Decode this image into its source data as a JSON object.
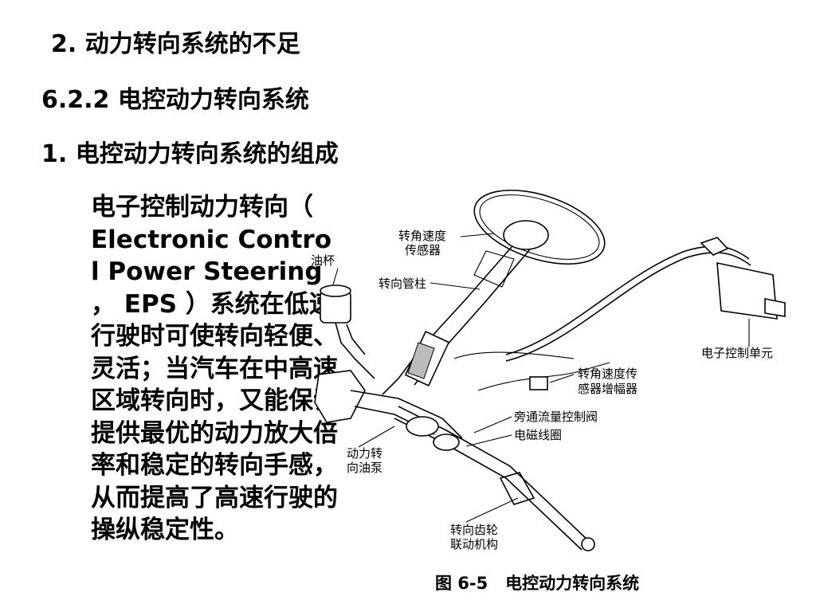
{
  "headings": {
    "h2": "2. 动力转向系统的不足",
    "h3": "6.2.2 电控动力转向系统",
    "h4": "1. 电控动力转向系统的组成"
  },
  "body": {
    "paragraph": "电子控制动力转向（ Electronic Control Power Steering ， EPS ）系统在低速行驶时可使转向轻便、灵活；当汽车在中高速区域转向时，又能保证提供最优的动力放大倍率和稳定的转向手感，从而提高了高速行驶的操纵稳定性。"
  },
  "figure": {
    "labels": {
      "steering_angle_speed_sensor": [
        "转角速度",
        "传感器"
      ],
      "oil_cup": "油杯",
      "steering_column": "转向管柱",
      "ecu": "电子控制单元",
      "sensor_amplifier": [
        "转角速度传",
        "感器增幅器"
      ],
      "bypass_valve": "旁通流量控制阀",
      "solenoid_coil": "电磁线圈",
      "power_pump": [
        "动力转",
        "向油泵"
      ],
      "rack_linkage": [
        "转向齿轮",
        "联动机构"
      ]
    },
    "caption": "图 6-5   电控动力转向系统"
  }
}
